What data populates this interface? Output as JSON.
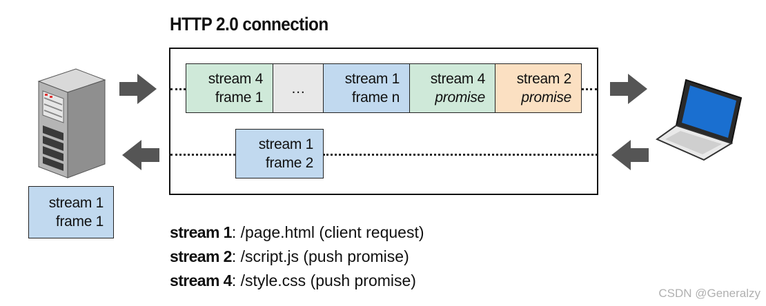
{
  "title": "HTTP 2.0 connection",
  "top_row": [
    {
      "line1": "stream 4",
      "line2": "frame 1",
      "color": "#cfe9d9"
    },
    {
      "line1": "…",
      "line2": "",
      "color": "#e8e8e8"
    },
    {
      "line1": "stream 1",
      "line2": "frame n",
      "color": "#c1d9ef"
    },
    {
      "line1": "stream 4",
      "line2": "promise",
      "color": "#cfe9d9"
    },
    {
      "line1": "stream 2",
      "line2": "promise",
      "color": "#fbe0c2"
    }
  ],
  "bottom_row": [
    {
      "line1": "stream 1",
      "line2": "frame 2",
      "color": "#c1d9ef"
    }
  ],
  "server_frame": {
    "line1": "stream 1",
    "line2": "frame 1",
    "color": "#c1d9ef"
  },
  "legend": [
    {
      "stream": "stream 1",
      "desc": ": /page.html  (client request)"
    },
    {
      "stream": "stream 2",
      "desc": ": /script.js  (push promise)"
    },
    {
      "stream": "stream 4",
      "desc": ": /style.css  (push promise)"
    }
  ],
  "icons": {
    "server": "server-icon",
    "laptop": "laptop-icon",
    "arrow_right": "arrow-right-icon",
    "arrow_left": "arrow-left-icon"
  },
  "watermark": "CSDN @Generalzy"
}
